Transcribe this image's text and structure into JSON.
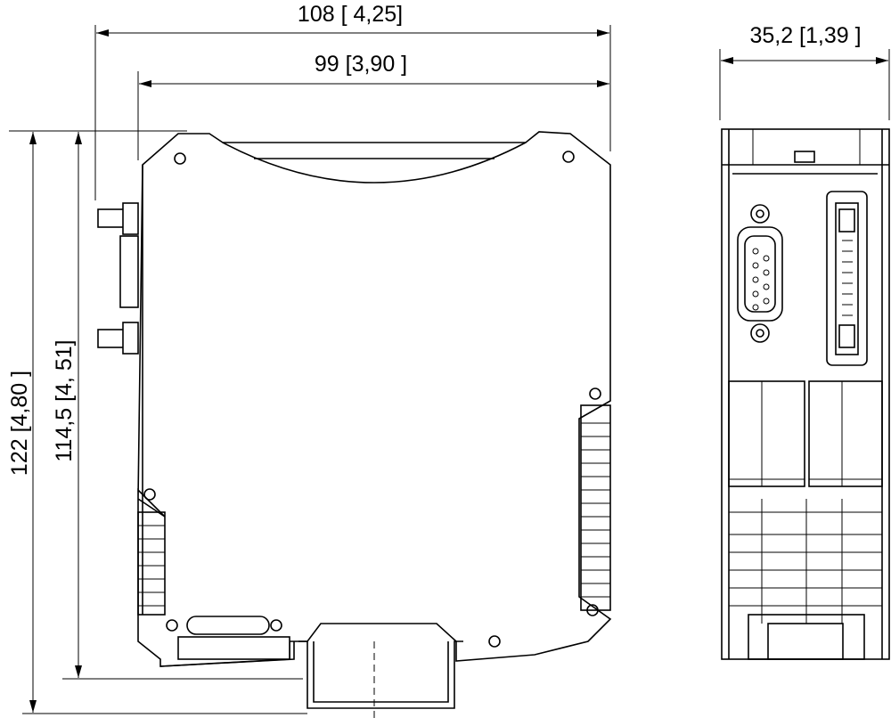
{
  "dimensions": {
    "width_total": "108 [ 4,25]",
    "width_body": "99 [3,90 ]",
    "depth": "35,2 [1,39 ]",
    "height_total": "122 [4,80 ]",
    "height_body": "114,5 [4, 51]"
  }
}
